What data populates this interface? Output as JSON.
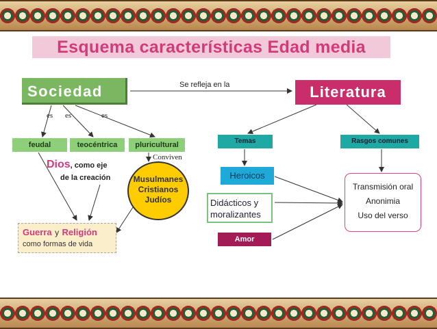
{
  "title": "Esquema características Edad media",
  "sociedad": "Sociedad",
  "literatura": "Literatura",
  "link_label": "Se refleja en la",
  "es_labels": [
    "es",
    "es",
    "es"
  ],
  "feudal": "feudal",
  "teocentrica": "teocéntrica",
  "pluricultural": "pluricultural",
  "conviven": "Conviven",
  "dios": {
    "word": "Dios",
    "rest": ", como eje",
    "sub": "de la creación"
  },
  "pueblos": [
    "Musulmanes",
    "Cristianos",
    "Judíos"
  ],
  "guerra": {
    "guerra": "Guerra",
    "y": "y",
    "religion": "Religión",
    "sub": "como formas de vida"
  },
  "temas": "Temas",
  "rasgos_comunes": "Rasgos comunes",
  "heroicos": "Heroicos",
  "didacticos": [
    "Didácticos y",
    "moralizantes"
  ],
  "amor": "Amor",
  "rasgos": [
    "Transmisión oral",
    "Anonimia",
    "Uso del verso"
  ]
}
